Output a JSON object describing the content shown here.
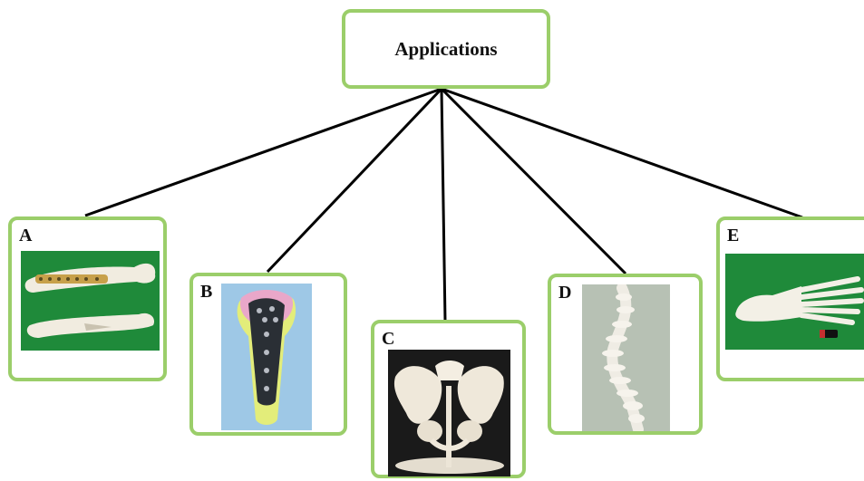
{
  "root": {
    "title": "Applications"
  },
  "panels": [
    {
      "letter": "A",
      "icon": "humerus-plate-model-photo"
    },
    {
      "letter": "B",
      "icon": "femur-plate-model-photo"
    },
    {
      "letter": "C",
      "icon": "pelvis-model-photo"
    },
    {
      "letter": "D",
      "icon": "spine-model-photo"
    },
    {
      "letter": "E",
      "icon": "foot-skeleton-model-photo"
    }
  ],
  "colors": {
    "box_border": "#9bce6a",
    "connector": "#000000",
    "green_background": "#1f8a3a"
  }
}
